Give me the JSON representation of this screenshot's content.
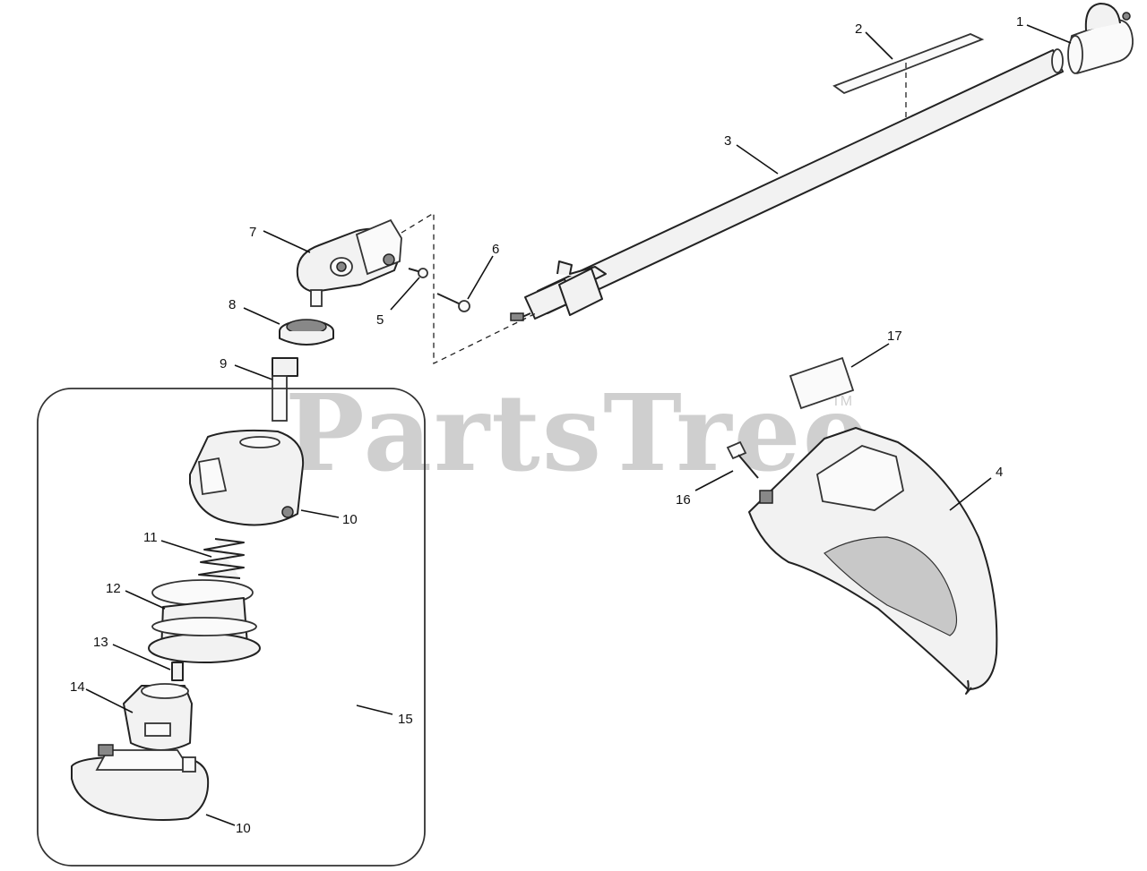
{
  "watermark": {
    "text": "PartsTree",
    "mark": "TM"
  },
  "callouts": [
    "1",
    "2",
    "3",
    "4",
    "5",
    "6",
    "7",
    "8",
    "9",
    "10",
    "10",
    "11",
    "12",
    "13",
    "14",
    "15",
    "16",
    "17"
  ]
}
